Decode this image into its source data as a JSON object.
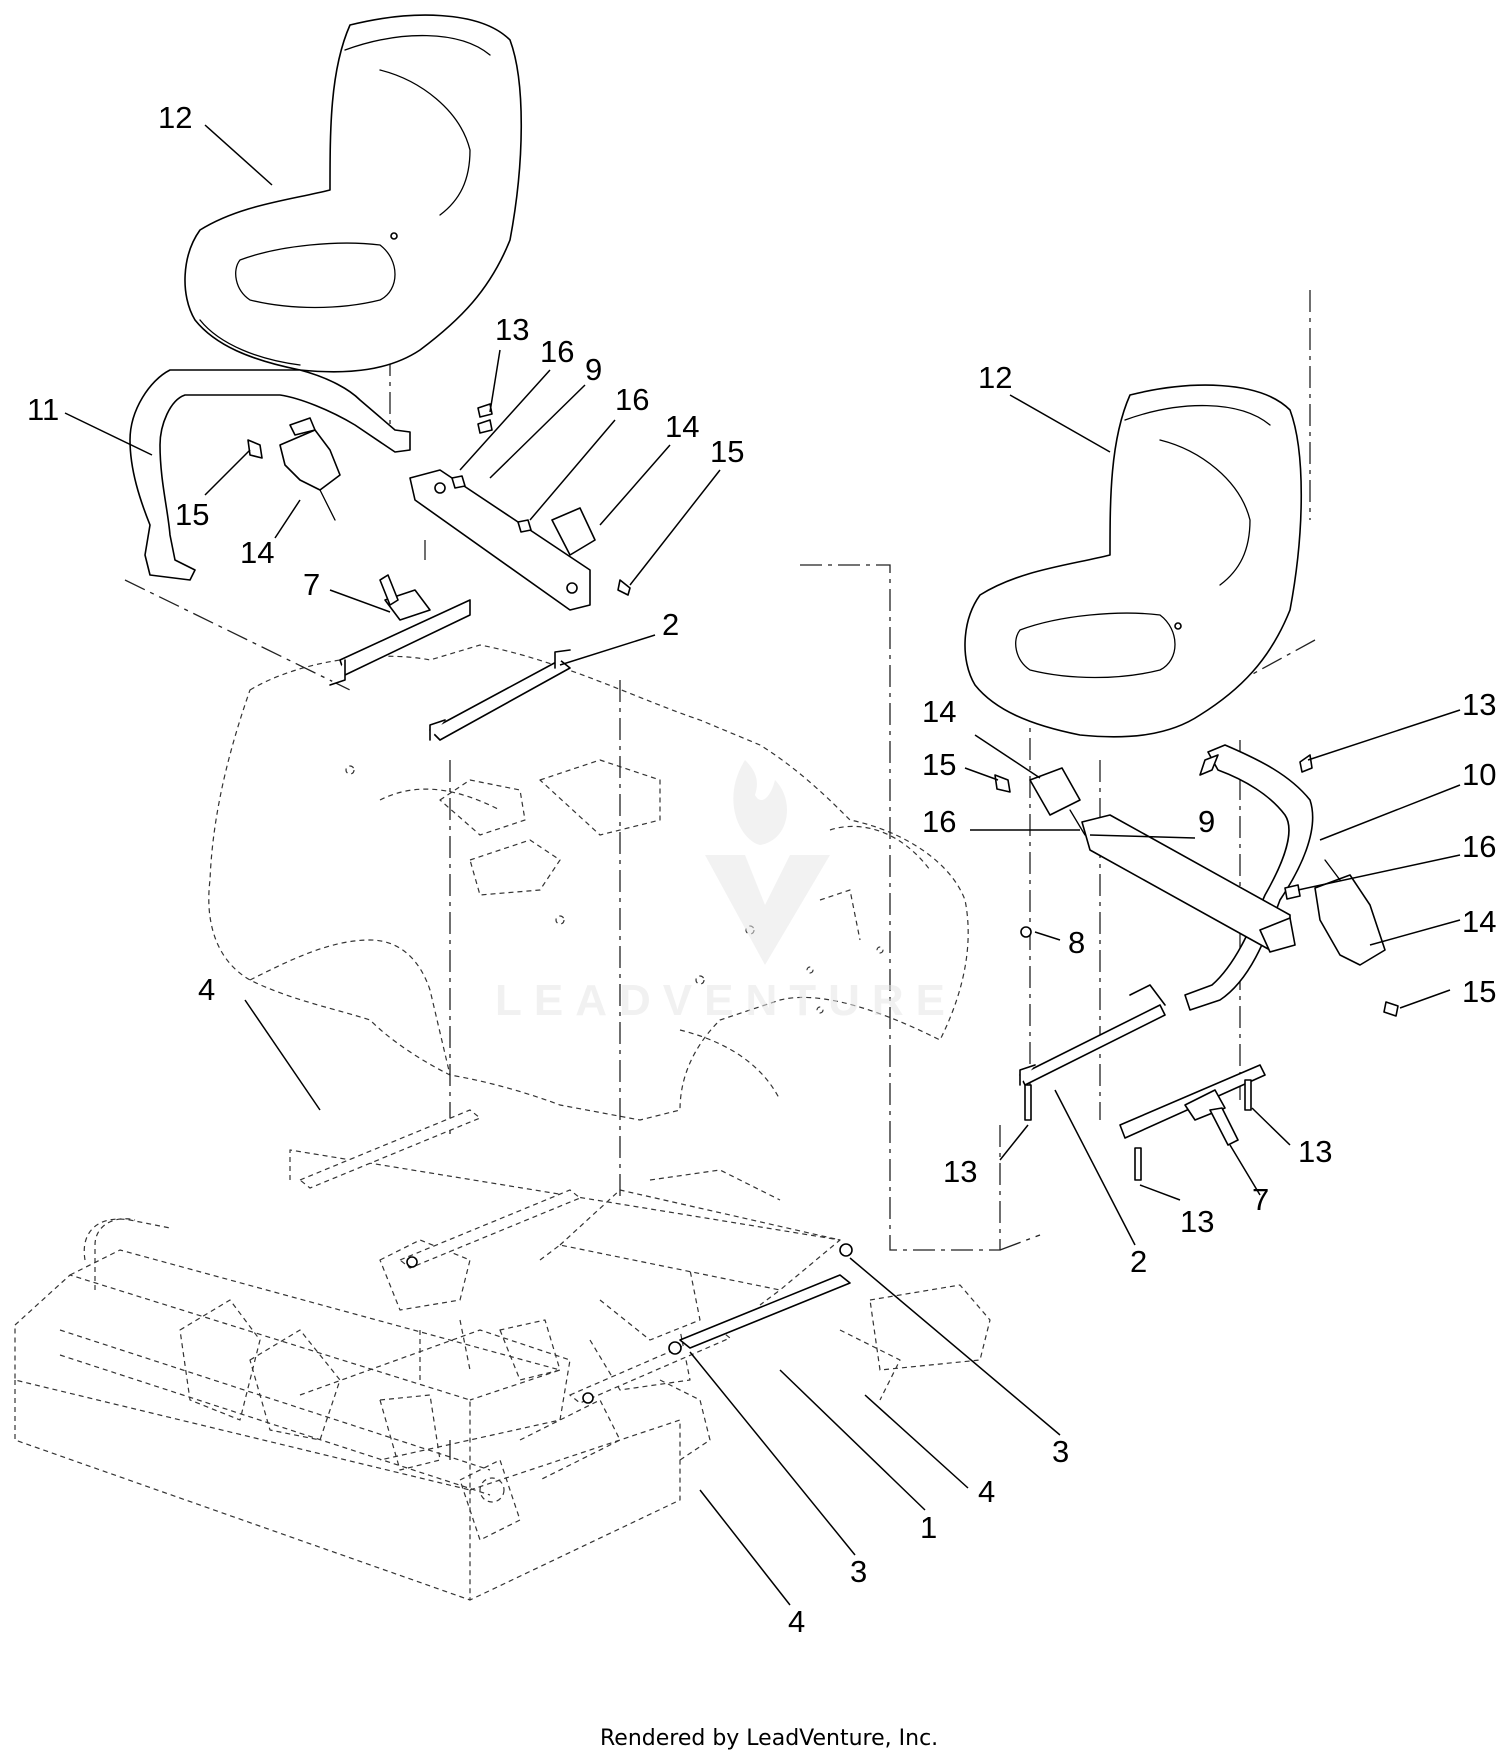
{
  "callouts": [
    {
      "id": "c-12a",
      "text": "12"
    },
    {
      "id": "c-11",
      "text": "11"
    },
    {
      "id": "c-15a",
      "text": "15"
    },
    {
      "id": "c-14a",
      "text": "14"
    },
    {
      "id": "c-13a",
      "text": "13"
    },
    {
      "id": "c-16a",
      "text": "16"
    },
    {
      "id": "c-9a",
      "text": "9"
    },
    {
      "id": "c-16b",
      "text": "16"
    },
    {
      "id": "c-14b",
      "text": "14"
    },
    {
      "id": "c-15b",
      "text": "15"
    },
    {
      "id": "c-7a",
      "text": "7"
    },
    {
      "id": "c-2a",
      "text": "2"
    },
    {
      "id": "c-12b",
      "text": "12"
    },
    {
      "id": "c-13b",
      "text": "13"
    },
    {
      "id": "c-14c",
      "text": "14"
    },
    {
      "id": "c-15c",
      "text": "15"
    },
    {
      "id": "c-10",
      "text": "10"
    },
    {
      "id": "c-16c",
      "text": "16"
    },
    {
      "id": "c-9b",
      "text": "9"
    },
    {
      "id": "c-16d",
      "text": "16"
    },
    {
      "id": "c-8",
      "text": "8"
    },
    {
      "id": "c-14d",
      "text": "14"
    },
    {
      "id": "c-15d",
      "text": "15"
    },
    {
      "id": "c-13c",
      "text": "13"
    },
    {
      "id": "c-13d",
      "text": "13"
    },
    {
      "id": "c-7b",
      "text": "7"
    },
    {
      "id": "c-13e",
      "text": "13"
    },
    {
      "id": "c-2b",
      "text": "2"
    },
    {
      "id": "c-4a",
      "text": "4"
    },
    {
      "id": "c-3a",
      "text": "3"
    },
    {
      "id": "c-4b",
      "text": "4"
    },
    {
      "id": "c-1",
      "text": "1"
    },
    {
      "id": "c-3b",
      "text": "3"
    },
    {
      "id": "c-4c",
      "text": "4"
    }
  ],
  "watermark": {
    "text": "LEADVENTURE"
  },
  "footer": {
    "credit": "Rendered by LeadVenture, Inc."
  }
}
